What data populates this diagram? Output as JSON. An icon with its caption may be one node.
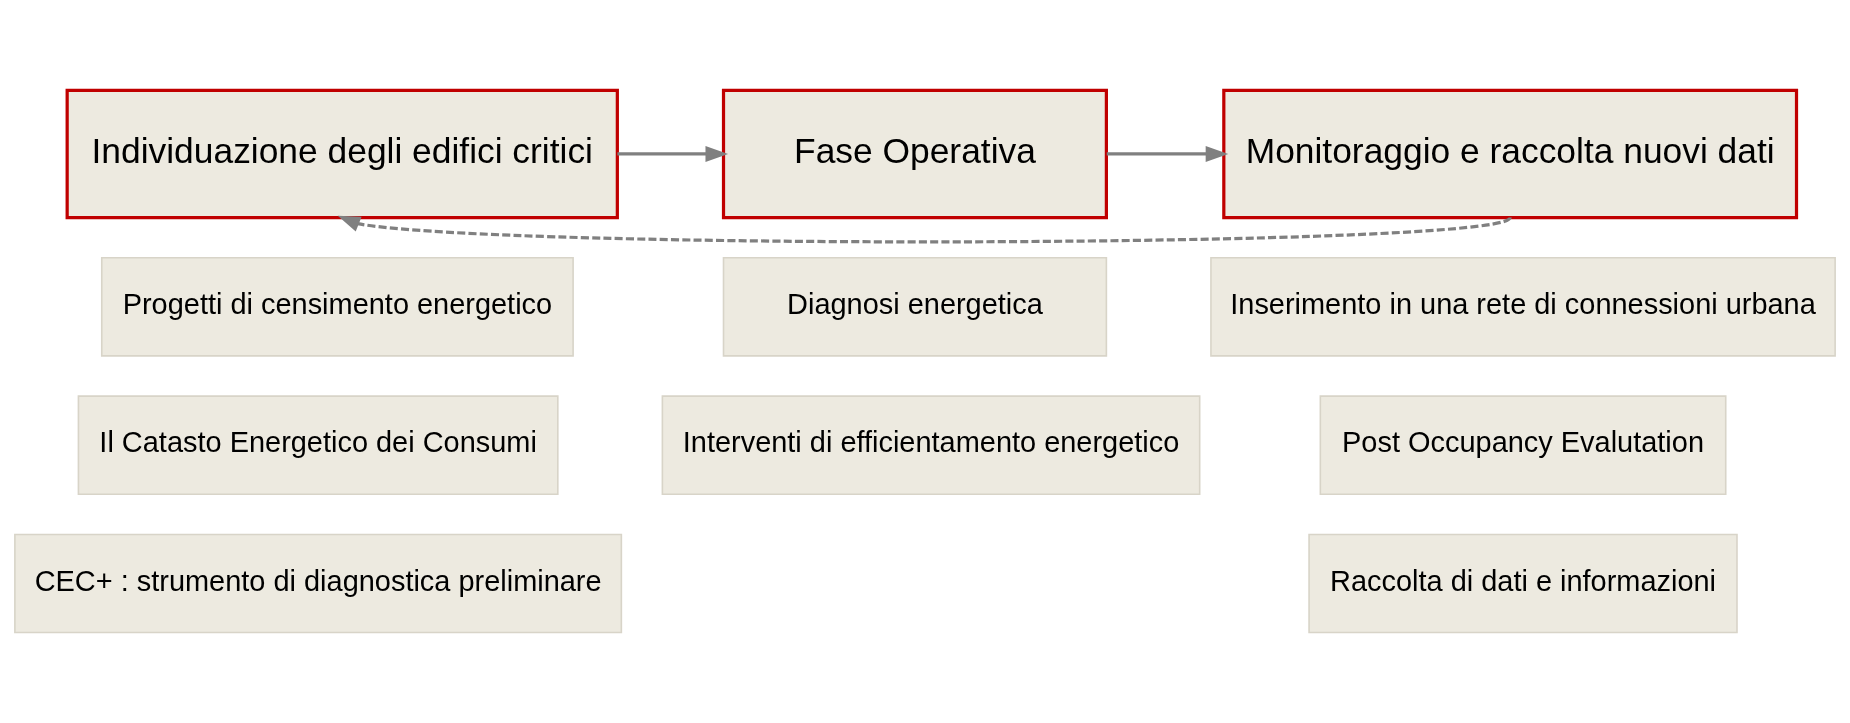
{
  "diagram": {
    "nodes": [
      {
        "text": [
          "Individuazione degli edifici critici"
        ]
      },
      {
        "text": [
          "Fase Operativa"
        ]
      },
      {
        "text": [
          "Monitoraggio e raccolta nuovi dati"
        ]
      },
      {
        "text": [
          "Progetti di censimento energetico"
        ]
      },
      {
        "text": [
          "Il Catasto Energetico dei Consumi"
        ]
      },
      {
        "text": [
          "CEC+ : strumento di diagnostica preliminare"
        ]
      },
      {
        "text": [
          "Diagnosi energetica"
        ]
      },
      {
        "text": [
          "Interventi di efficientamento energetico"
        ]
      },
      {
        "text": [
          "Inserimento in una rete di connessioni urbana"
        ]
      },
      {
        "text": [
          "Post Occupancy Evalutation"
        ]
      },
      {
        "text": [
          "Raccolta di dati e informazioni"
        ]
      }
    ],
    "edges": [
      {
        "from": 0,
        "to": 1,
        "arrow": "to"
      },
      {
        "from": 1,
        "to": 2,
        "arrow": "to"
      },
      {
        "from": 2,
        "to": 0,
        "arrow": "to",
        "style": "dashed"
      }
    ]
  }
}
